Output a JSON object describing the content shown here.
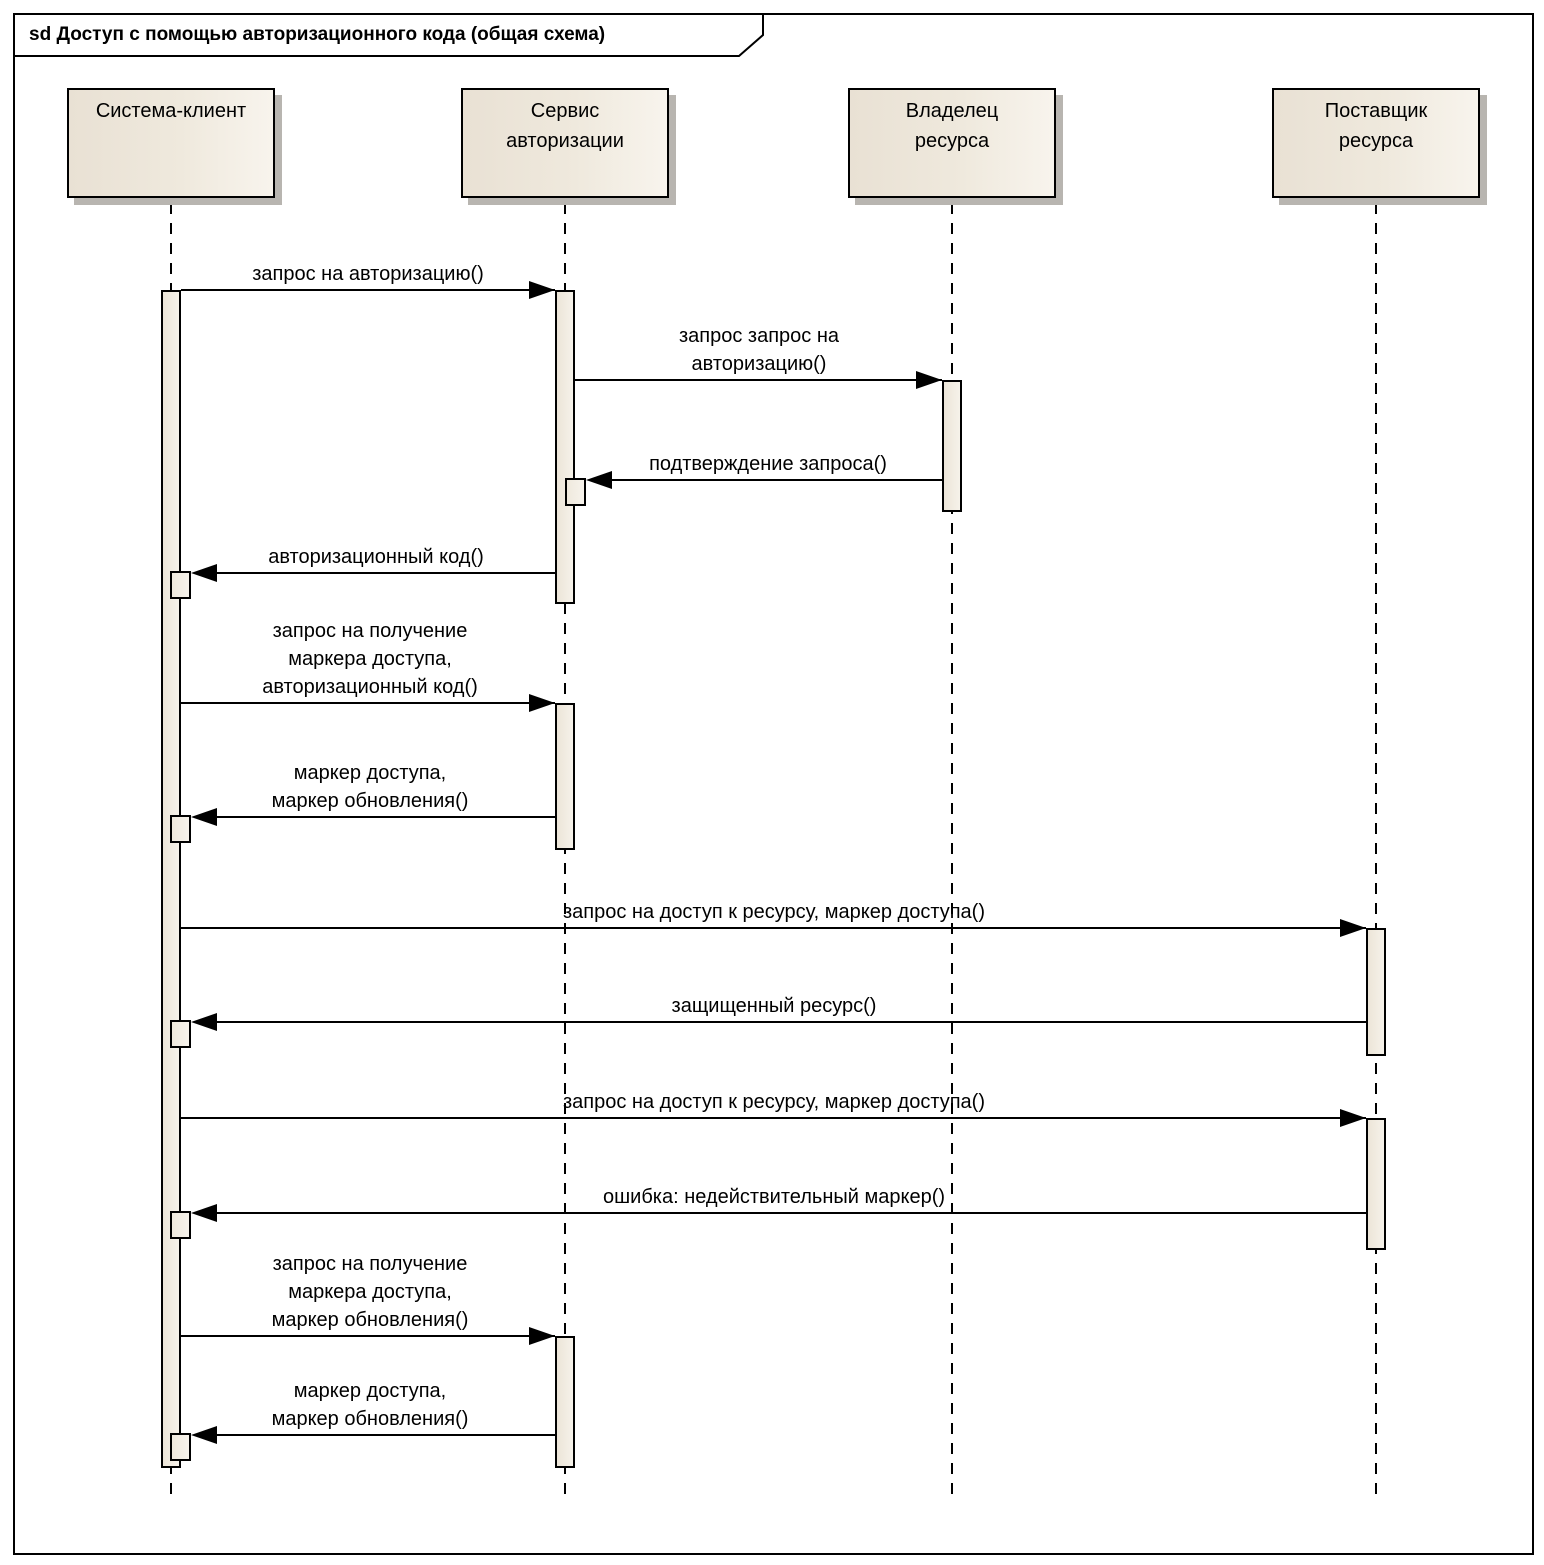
{
  "diagram": {
    "kind": "uml-sequence-diagram",
    "frame_title": "sd Доступ с помощью авторизационного кода (общая схема)"
  },
  "lifelines": [
    {
      "id": "client-system",
      "label": "Система-клиент"
    },
    {
      "id": "auth-service",
      "label": "Сервис\nавторизации"
    },
    {
      "id": "resource-owner",
      "label": "Владелец\nресурса"
    },
    {
      "id": "resource-provider",
      "label": "Поставщик\nресурса"
    }
  ],
  "messages": [
    {
      "n": 1,
      "from": "Система-клиент",
      "to": "Сервис авторизации",
      "direction": "right",
      "label": "запрос на авторизацию()"
    },
    {
      "n": 2,
      "from": "Сервис авторизации",
      "to": "Владелец ресурса",
      "direction": "right",
      "label": "запрос запрос на\nавторизацию()"
    },
    {
      "n": 3,
      "from": "Владелец ресурса",
      "to": "Сервис авторизации",
      "direction": "left",
      "label": "подтверждение запроса()"
    },
    {
      "n": 4,
      "from": "Сервис авторизации",
      "to": "Система-клиент",
      "direction": "left",
      "label": "авторизационный код()"
    },
    {
      "n": 5,
      "from": "Система-клиент",
      "to": "Сервис авторизации",
      "direction": "right",
      "label": "запрос на получение\nмаркера доступа,\nавторизационный код()"
    },
    {
      "n": 6,
      "from": "Сервис авторизации",
      "to": "Система-клиент",
      "direction": "left",
      "label": "маркер доступа,\nмаркер обновления()"
    },
    {
      "n": 7,
      "from": "Система-клиент",
      "to": "Поставщик ресурса",
      "direction": "right",
      "label": "запрос на доступ к ресурсу, маркер доступа()"
    },
    {
      "n": 8,
      "from": "Поставщик ресурса",
      "to": "Система-клиент",
      "direction": "left",
      "label": "защищенный ресурс()"
    },
    {
      "n": 9,
      "from": "Система-клиент",
      "to": "Поставщик ресурса",
      "direction": "right",
      "label": "запрос на доступ к ресурсу, маркер доступа()"
    },
    {
      "n": 10,
      "from": "Поставщик ресурса",
      "to": "Система-клиент",
      "direction": "left",
      "label": "ошибка: недействительный маркер()"
    },
    {
      "n": 11,
      "from": "Система-клиент",
      "to": "Сервис авторизации",
      "direction": "right",
      "label": "запрос на получение\nмаркера доступа,\nмаркер обновления()"
    },
    {
      "n": 12,
      "from": "Сервис авторизации",
      "to": "Система-клиент",
      "direction": "left",
      "label": "маркер доступа,\nмаркер обновления()"
    }
  ],
  "colors": {
    "background": "#ffffff",
    "border": "#000000",
    "element_fill_left": "#e9e1d4",
    "element_fill_right": "#f8f4ed",
    "shadow": "#b8b5b0",
    "text": "#000000"
  }
}
